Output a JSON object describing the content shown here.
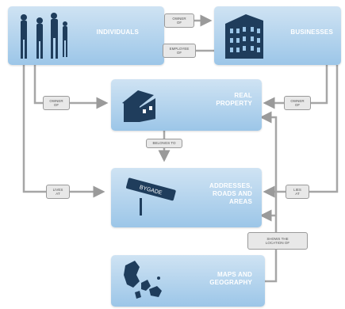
{
  "boxes": {
    "individuals": "INDIVIDUALS",
    "businesses": "BUSINESSES",
    "real_property_line1": "REAL",
    "real_property_line2": "PROPERTY",
    "addresses_line1": "ADDRESSES,",
    "addresses_line2": "ROADS AND",
    "addresses_line3": "AREAS",
    "maps_line1": "MAPS AND",
    "maps_line2": "GEOGRAPHY"
  },
  "relations": {
    "owner_of_top_1": "OWNER",
    "owner_of_top_2": "OF",
    "employee_of_1": "EMPLOYEE",
    "employee_of_2": "OF",
    "owner_of_left_1": "OWNER",
    "owner_of_left_2": "OF",
    "owner_of_right_1": "OWNER",
    "owner_of_right_2": "OF",
    "belongs_to": "BELONGS TO",
    "lives_at_1": "LIVES",
    "lives_at_2": "AT",
    "lies_at_1": "LIES",
    "lies_at_2": "AT",
    "shows_location_1": "SHOWS THE",
    "shows_location_2": "LOCATION OF"
  },
  "street_sign": "BYGADE"
}
